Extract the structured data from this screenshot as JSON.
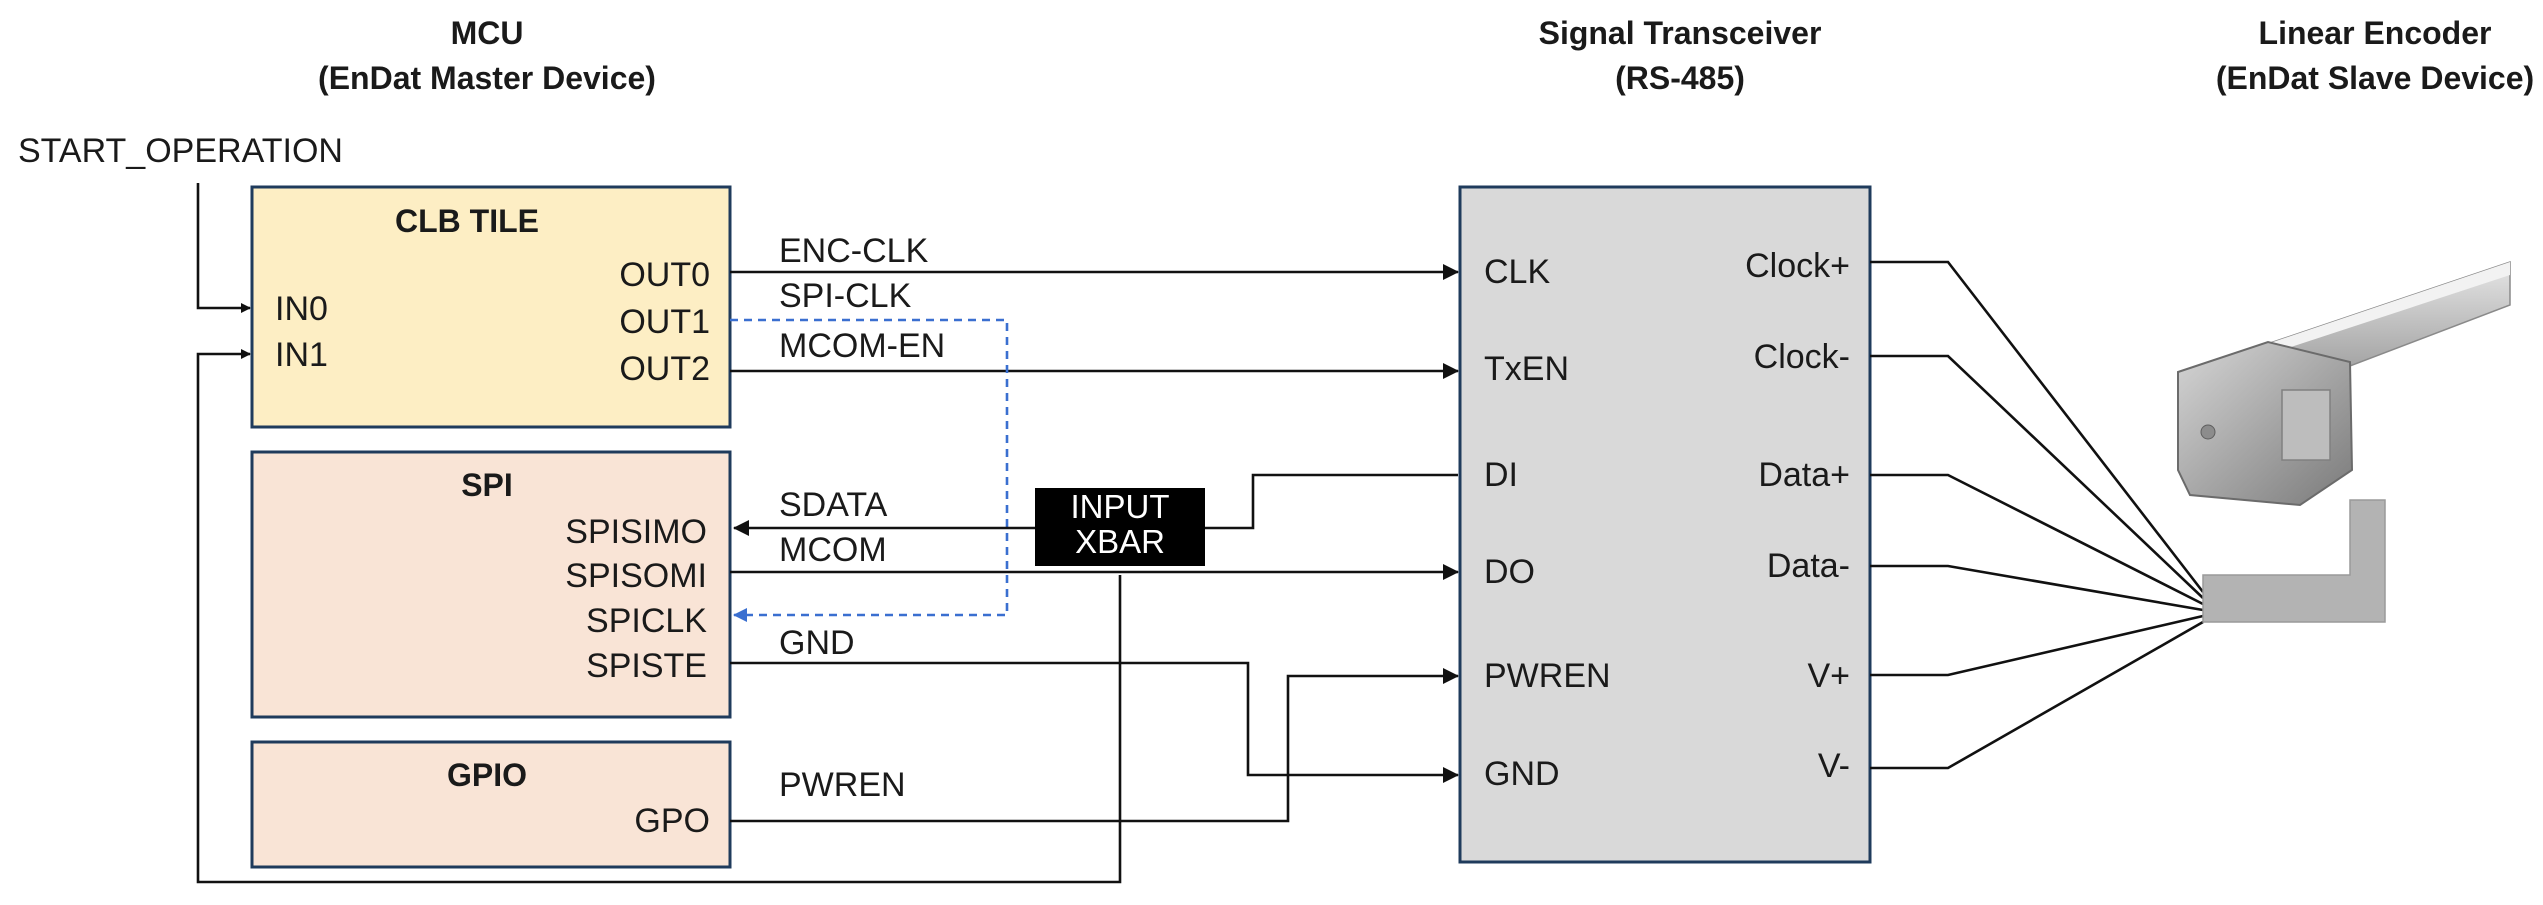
{
  "headers": {
    "mcu_title": "MCU",
    "mcu_subtitle": "(EnDat Master Device)",
    "transceiver_title": "Signal Transceiver",
    "transceiver_subtitle": "(RS-485)",
    "encoder_title": "Linear Encoder",
    "encoder_subtitle": "(EnDat Slave Device)"
  },
  "start_operation": "START_OPERATION",
  "clb_tile": {
    "title": "CLB TILE",
    "inputs": [
      "IN0",
      "IN1"
    ],
    "outputs": [
      "OUT0",
      "OUT1",
      "OUT2"
    ]
  },
  "spi": {
    "title": "SPI",
    "pins": [
      "SPISIMO",
      "SPISOMI",
      "SPICLK",
      "SPISTE"
    ]
  },
  "gpio": {
    "title": "GPIO",
    "pins": [
      "GPO"
    ]
  },
  "signals": [
    "ENC-CLK",
    "SPI-CLK",
    "MCOM-EN",
    "SDATA",
    "MCOM",
    "GND",
    "PWREN"
  ],
  "input_xbar": [
    "INPUT",
    "XBAR"
  ],
  "transceiver": {
    "left_pins": [
      "CLK",
      "TxEN",
      "DI",
      "DO",
      "PWREN",
      "GND"
    ],
    "right_pins": [
      "Clock+",
      "Clock-",
      "Data+",
      "Data-",
      "V+",
      "V-"
    ]
  },
  "colors": {
    "clb_fill": "#fdeec4",
    "peripheral_fill": "#f9e4d6",
    "transceiver_fill": "#d9d9d9",
    "block_border": "#1f3b5c",
    "dashed_wire": "#3a6fd0",
    "xbar_fill": "#000000"
  }
}
